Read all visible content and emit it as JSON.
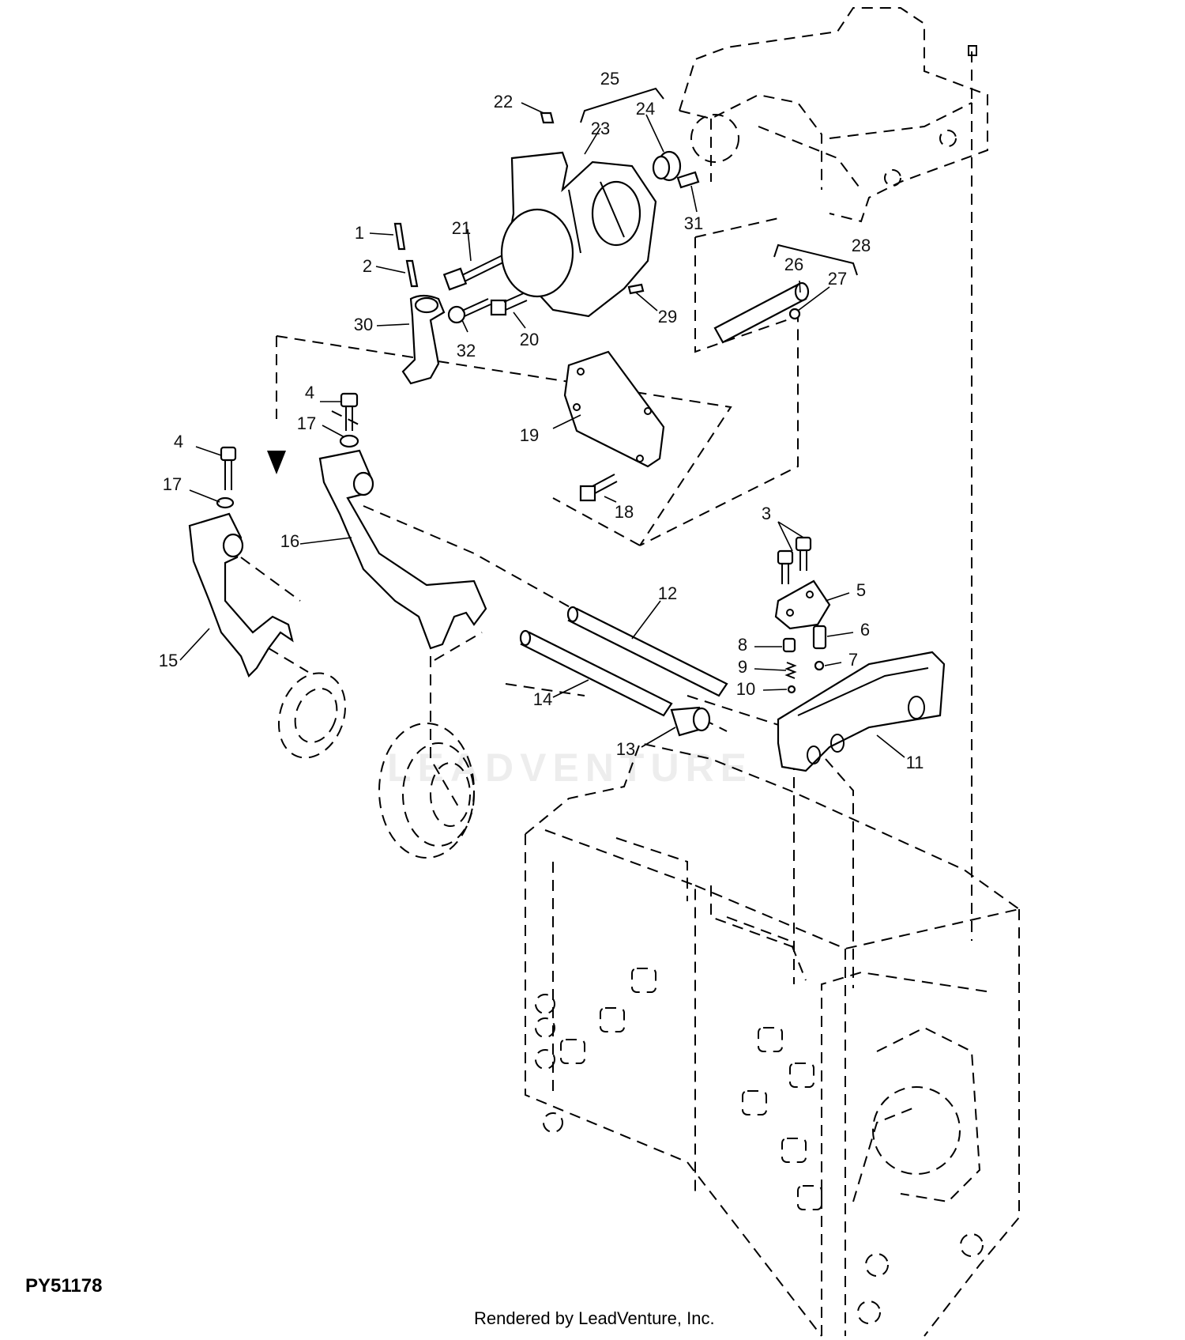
{
  "figure_id": "PY51178",
  "credit": "Rendered by LeadVenture, Inc.",
  "watermark": "LEADVENTURE",
  "callouts": [
    "1",
    "2",
    "3",
    "4",
    "4",
    "5",
    "6",
    "7",
    "8",
    "9",
    "10",
    "11",
    "12",
    "13",
    "14",
    "15",
    "16",
    "17",
    "17",
    "18",
    "19",
    "20",
    "21",
    "22",
    "23",
    "24",
    "25",
    "26",
    "27",
    "28",
    "29",
    "30",
    "31",
    "32"
  ]
}
